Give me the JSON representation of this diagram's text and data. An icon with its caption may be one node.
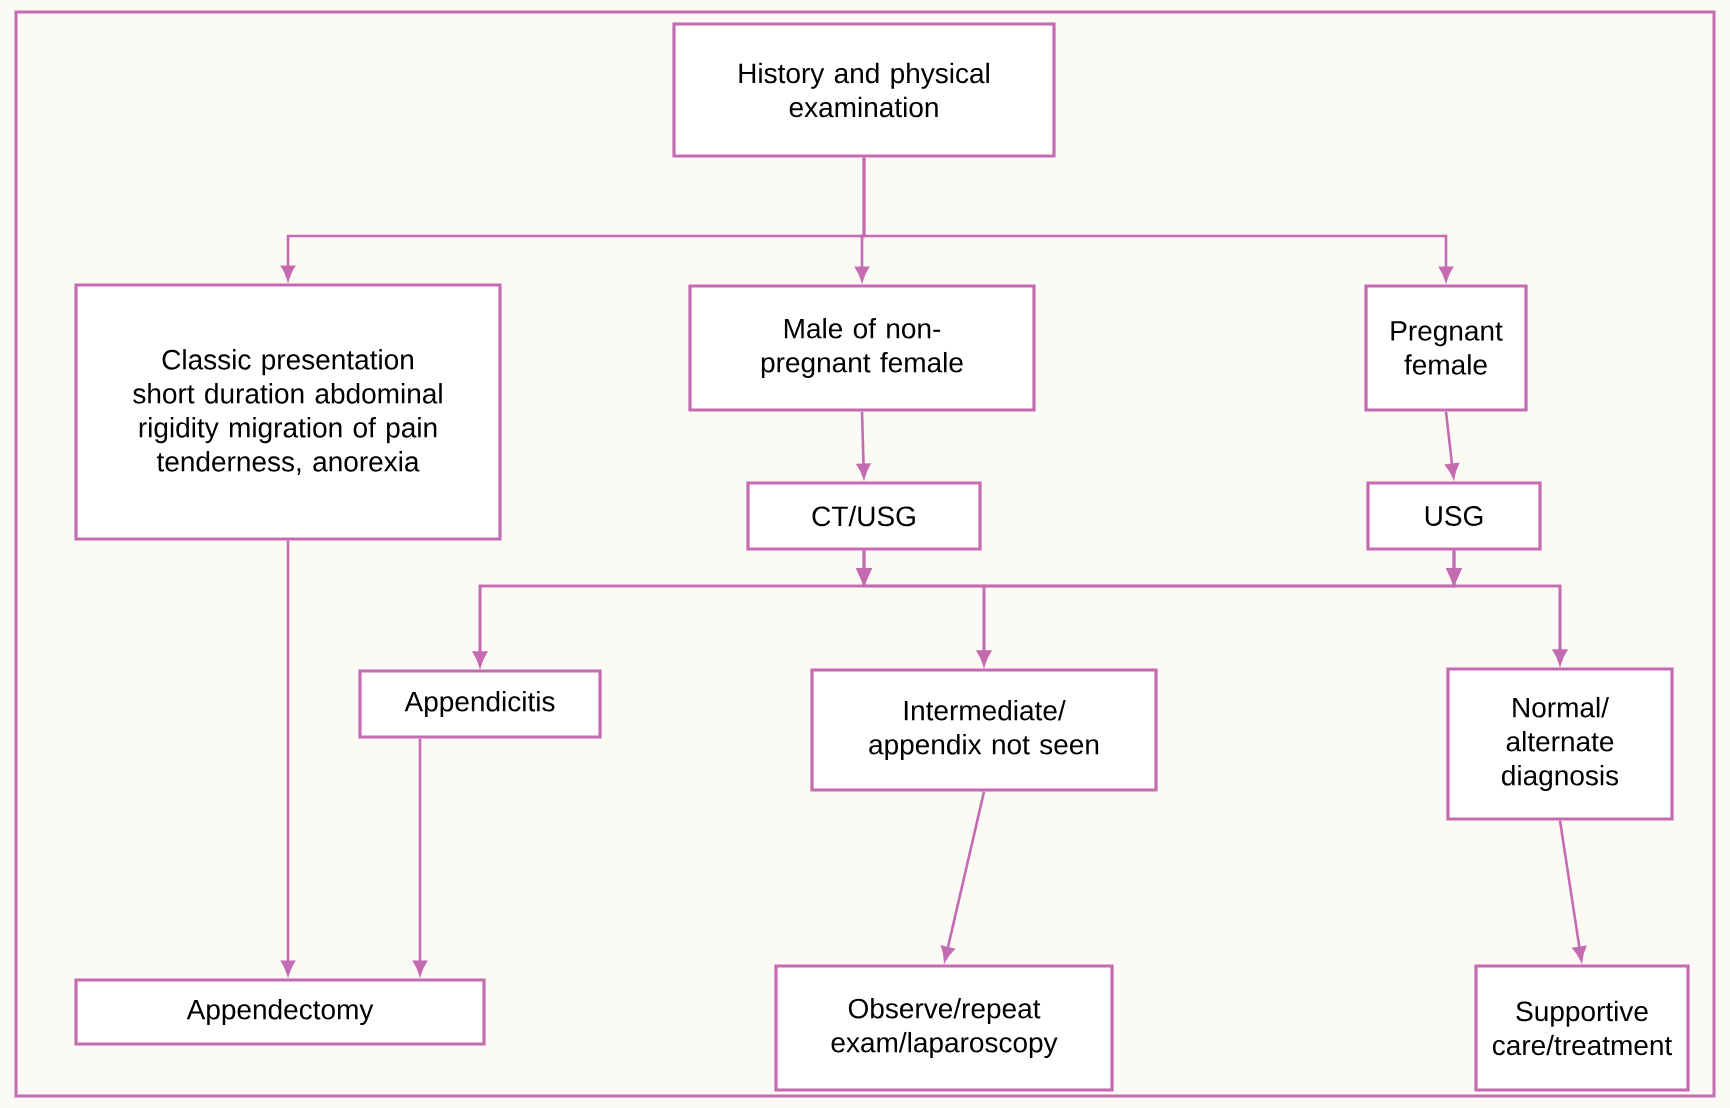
{
  "diagram": {
    "nodes": [
      {
        "text": [
          "History and physical examination"
        ]
      },
      {
        "text": [
          "Classic presentation short duration abdominal rigidity migration of pain tenderness, anorexia"
        ]
      },
      {
        "text": [
          "Male of non-pregnant female"
        ]
      },
      {
        "text": [
          "Pregnant female"
        ]
      },
      {
        "text": [
          "CT/USG"
        ]
      },
      {
        "text": [
          "USG"
        ]
      },
      {
        "text": [
          "Appendicitis"
        ]
      },
      {
        "text": [
          "Intermediate/ appendix not seen"
        ]
      },
      {
        "text": [
          "Normal/ alternate diagnosis"
        ]
      },
      {
        "text": [
          "Appendectomy"
        ]
      },
      {
        "text": [
          "Observe/repeat exam/laparoscopy"
        ]
      },
      {
        "text": [
          "Supportive care/treatment"
        ]
      }
    ],
    "edges": [
      {
        "from": 0,
        "to": 1,
        "arrow": "to"
      },
      {
        "from": 0,
        "to": 2,
        "arrow": "to"
      },
      {
        "from": 0,
        "to": 3,
        "arrow": "to"
      },
      {
        "from": 2,
        "to": 4,
        "arrow": "to"
      },
      {
        "from": 3,
        "to": 5,
        "arrow": "to"
      },
      {
        "from": 4,
        "to": 6,
        "arrow": "to"
      },
      {
        "from": 4,
        "to": 7,
        "arrow": "to"
      },
      {
        "from": 4,
        "to": 8,
        "arrow": "to"
      },
      {
        "from": 5,
        "to": 6,
        "arrow": "to"
      },
      {
        "from": 5,
        "to": 7,
        "arrow": "to"
      },
      {
        "from": 5,
        "to": 8,
        "arrow": "to"
      },
      {
        "from": 1,
        "to": 9,
        "arrow": "to"
      },
      {
        "from": 6,
        "to": 9,
        "arrow": "to"
      },
      {
        "from": 7,
        "to": 10,
        "arrow": "to"
      },
      {
        "from": 8,
        "to": 11,
        "arrow": "to"
      }
    ]
  }
}
